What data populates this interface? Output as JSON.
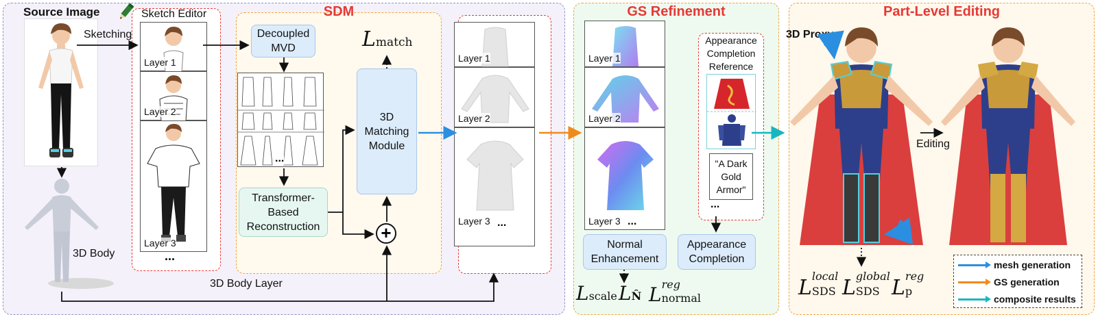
{
  "titles": {
    "source_image": "Source Image",
    "sketch_editor": "Sketch Editor",
    "sdm": "SDM",
    "gs_refinement": "GS Refinement",
    "part_level_editing": "Part-Level Editing"
  },
  "labels": {
    "sketching": "Sketching",
    "body_3d": "3D Body",
    "body_layer": "3D Body Layer",
    "proxy_3d": "3D Proxy",
    "editing": "Editing",
    "ellipsis": "..."
  },
  "sketch_layers": [
    "Layer 1",
    "Layer 2",
    "Layer 3"
  ],
  "sdm_boxes": {
    "decoupled_mvd": "Decoupled\nMVD",
    "transformer": "Transformer-\nBased\nReconstruction",
    "matching": "3D\nMatching\nModule"
  },
  "loss_match": {
    "symbol": "L",
    "sub": "match"
  },
  "mesh_layers": [
    "Layer 1",
    "Layer 2",
    "Layer 3"
  ],
  "gs": {
    "layers": [
      "Layer 1",
      "Layer 2",
      "Layer 3"
    ],
    "appearance_box_title": "Appearance\nCompletion\nReference",
    "prompt": "\"A Dark\nGold\nArmor\"",
    "normal_enhancement": "Normal\nEnhancement",
    "appearance_completion": "Appearance\nCompletion",
    "loss_scale": {
      "symbol": "L",
      "sub": "scale"
    },
    "loss_n": {
      "symbol": "L",
      "sub": "N̂"
    },
    "loss_normal": {
      "symbol": "L",
      "sup": "reg",
      "sub": "normal"
    }
  },
  "part_losses": [
    {
      "symbol": "L",
      "sup": "local",
      "sub": "SDS"
    },
    {
      "symbol": "L",
      "sup": "global",
      "sub": "SDS"
    },
    {
      "symbol": "L",
      "sup": "reg",
      "sub": "p"
    }
  ],
  "legend": [
    {
      "label": "mesh generation",
      "color": "#2a8fe0"
    },
    {
      "label": "GS generation",
      "color": "#f08a1c"
    },
    {
      "label": "composite results",
      "color": "#19b6c2"
    }
  ],
  "colors": {
    "mesh": "#2a8fe0",
    "gs": "#f08a1c",
    "composite": "#19b6c2",
    "accent_red": "#e53935",
    "panel_border": "#f2a43a"
  }
}
